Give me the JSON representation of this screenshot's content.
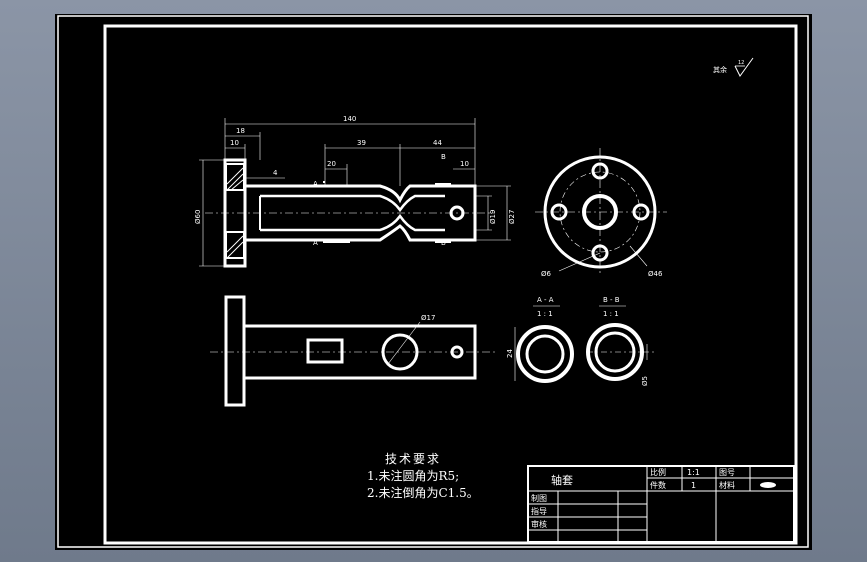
{
  "roughness_note": {
    "text": "其余",
    "value": "12"
  },
  "dimensions": {
    "total_length": "140",
    "flange_width": "18",
    "flange_thk": "10",
    "d39": "39",
    "d44": "44",
    "d20": "20",
    "d10": "10",
    "d4": "4",
    "dia60": "Ø60",
    "dia19": "Ø19",
    "dia27": "Ø27",
    "hole_d6": "Ø6",
    "pcd46": "Ø46",
    "bore17": "Ø17",
    "sec_dim1": "24",
    "sec_dim2": "Ø5"
  },
  "section_marks": {
    "a": "A",
    "b": "B",
    "a_title": "A - A",
    "a_scale": "1 : 1",
    "b_title": "B - B",
    "b_scale": "1 : 1"
  },
  "tech_req": {
    "title": "技术要求",
    "item1": "1.未注圆角为R5;",
    "item2": "2.未注倒角为C1.5。"
  },
  "title_block": {
    "part_name": "轴套",
    "scale_label": "比例",
    "scale_value": "1:1",
    "count_label": "件数",
    "count_value": "1",
    "drawing_no_label": "图号",
    "material_label": "材料",
    "drawn_label": "制图",
    "guide_label": "指导",
    "review_label": "审核"
  },
  "colors": {
    "background": "#000000",
    "lines": "#ffffff",
    "viewport": "#7f8a9b"
  }
}
